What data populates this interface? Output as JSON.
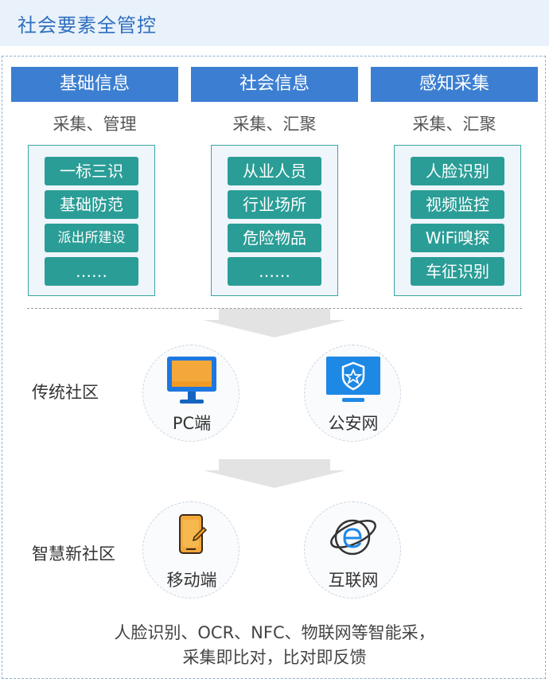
{
  "title": "社会要素全管控",
  "columns": [
    {
      "header": "基础信息",
      "sub": "采集、管理",
      "items": [
        "一标三识",
        "基础防范",
        "派出所建设",
        "……"
      ]
    },
    {
      "header": "社会信息",
      "sub": "采集、汇聚",
      "items": [
        "从业人员",
        "行业场所",
        "危险物品",
        "……"
      ]
    },
    {
      "header": "感知采集",
      "sub": "采集、汇聚",
      "items": [
        "人脸识别",
        "视频监控",
        "WiFi嗅探",
        "车征识别"
      ]
    }
  ],
  "traditional": {
    "label": "传统社区",
    "nodes": [
      {
        "label": "PC端",
        "icon": "monitor-icon"
      },
      {
        "label": "公安网",
        "icon": "police-shield-monitor-icon"
      }
    ]
  },
  "smart": {
    "label": "智慧新社区",
    "nodes": [
      {
        "label": "移动端",
        "icon": "mobile-phone-icon"
      },
      {
        "label": "互联网",
        "icon": "internet-explorer-icon"
      }
    ]
  },
  "bottom_text": [
    "人脸识别、OCR、NFC、物联网等智能采，",
    "采集即比对，比对即反馈"
  ]
}
